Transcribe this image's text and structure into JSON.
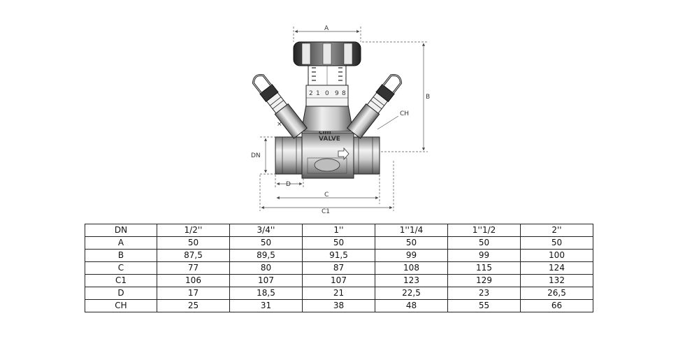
{
  "drawing": {
    "labels": {
      "a": "A",
      "b": "B",
      "ch": "CH",
      "dn": "DN",
      "d": "D",
      "c": "C",
      "c1": "C1"
    },
    "scale_digits": [
      "2",
      "1",
      "0",
      "9",
      "8"
    ],
    "logo": {
      "brand": "cim",
      "sub": "VALVE"
    }
  },
  "table": {
    "header": [
      "DN",
      "1/2''",
      "3/4''",
      "1''",
      "1''1/4",
      "1''1/2",
      "2''"
    ],
    "rows": [
      [
        "A",
        "50",
        "50",
        "50",
        "50",
        "50",
        "50"
      ],
      [
        "B",
        "87,5",
        "89,5",
        "91,5",
        "99",
        "99",
        "100"
      ],
      [
        "C",
        "77",
        "80",
        "87",
        "108",
        "115",
        "124"
      ],
      [
        "C1",
        "106",
        "107",
        "107",
        "123",
        "129",
        "132"
      ],
      [
        "D",
        "17",
        "18,5",
        "21",
        "22,5",
        "23",
        "26,5"
      ],
      [
        "CH",
        "25",
        "31",
        "38",
        "48",
        "55",
        "66"
      ]
    ]
  }
}
